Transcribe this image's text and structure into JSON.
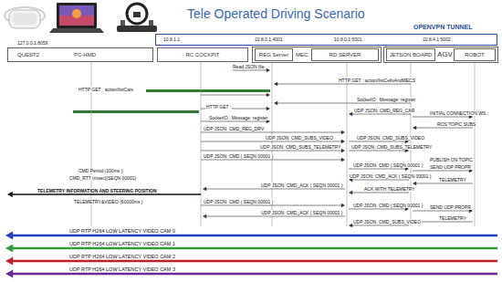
{
  "diagram": {
    "title": "Tele Operated Driving Scenario",
    "nodes": [
      {
        "text": [
          "OPENVPN TUNNEL"
        ]
      },
      {
        "text": [
          "QUEST2",
          "PC-HMD"
        ]
      },
      {
        "text": [
          "RC COCKPIT"
        ]
      },
      {
        "text": [
          "MEC"
        ]
      },
      {
        "text": [
          "REG Server"
        ],
        "in": 3
      },
      {
        "text": [
          "RD SERVER"
        ],
        "in": 3
      },
      {
        "text": [
          "AGV"
        ]
      },
      {
        "text": [
          "JETSON BOARD"
        ],
        "in": 6
      },
      {
        "text": [
          "ROBOT"
        ],
        "in": 6
      }
    ],
    "labels": [
      "127.0.0.1:8059",
      "10.8.1.1",
      "10.8.0.1:4001",
      "10.8.0.1:5001",
      "10.8.4.1:5002",
      "Read JSON file",
      "HTTP GET : action/listCellsAndMECS",
      "HTTP GET : action/listCars",
      "SocketIO : Message: register",
      "HTTP GET :",
      "UDP JSON: CMD_REG_CAR",
      "INITIAL CONNECTION WS::",
      "SocketIO : Message: register",
      "ROS TOPIC SUBS",
      "UDP JSON: CMD_REG_DRV",
      "UDP JSON: CMD_SUBS_VIDEO",
      "UDP JSON: CMD_SUBS_VIDEO",
      "UDP JSON: CMD_SUBS_TELEMETRY",
      "UDP JSON: CMD_SUBS_TELEMETRY",
      "UDP JSON: CMD ( SEQN 00001 )",
      "PUBLISH ON TOPIC",
      "UDP JSON: CMD ( SEQN 00001 )",
      "SEND UDP PROPR",
      "CMD Period (100ms )",
      "UDP JSON: CMD_ACK ( SEQN 00001 )",
      "CMD_RTT (msec)(SEQN 00001)",
      "TELEMETRY",
      "UDP JSON: CMD_ACK ( SEQN 00001 )",
      "ACK WITH TELEMETRY",
      "TELEMETRY INFORMATION AND STEERING POSITION",
      "UDP JSON: CMD ( SEQN 00001 )",
      "TELEMETRY&VIDEO (60000ms )",
      "UDP JSON: CMD ( SEQN 00001 )",
      "SEND UDP PROPR",
      "UDP JSON: CMD_ACK ( SEQN 00001 )",
      "TELEMETRY",
      "UDP JSON: CMD_SUBS_VIDEO",
      "UDP RTP H264 LOW LATENCY VIDEO CAM 0",
      "UDP RTP H264 LOW LATENCY VIDEO CAM 1",
      "UDP RTP H264 LOW LATENCY VIDEO CAM 2",
      "UDP RTP H264 LOW LATENCY VIDEO CAM 3"
    ]
  }
}
